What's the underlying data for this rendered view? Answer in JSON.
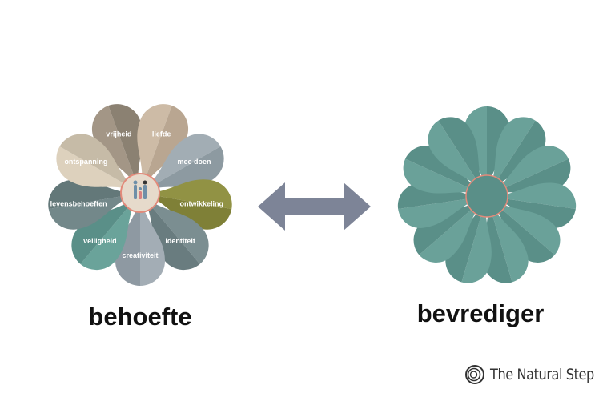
{
  "left_flower": {
    "caption": "behoefte",
    "petals": [
      {
        "label": "vrijheid",
        "colors": [
          "#a39686",
          "#8b8172"
        ]
      },
      {
        "label": "liefde",
        "colors": [
          "#cdbba6",
          "#b9a691"
        ]
      },
      {
        "label": "mee doen",
        "colors": [
          "#a2adb4",
          "#8d9aa1"
        ]
      },
      {
        "label": "ontwikkeling",
        "colors": [
          "#919244",
          "#7f8037"
        ]
      },
      {
        "label": "identiteit",
        "colors": [
          "#7b8e91",
          "#697c7f"
        ]
      },
      {
        "label": "creativiteit",
        "colors": [
          "#a3adb5",
          "#8e99a2"
        ]
      },
      {
        "label": "veiligheid",
        "colors": [
          "#6aa39a",
          "#5a8f88"
        ]
      },
      {
        "label": "levensbehoeften",
        "colors": [
          "#73888a",
          "#637879"
        ]
      },
      {
        "label": "ontspanning",
        "colors": [
          "#ddd1bd",
          "#c6bba7"
        ]
      }
    ],
    "center_icon": "family-icon",
    "center_fill": "#e6dacb",
    "center_stroke": "#e28a7a"
  },
  "right_flower": {
    "caption": "bevrediger",
    "petal_count": 11,
    "colors": [
      "#6aa199",
      "#5a8f88"
    ],
    "center_stroke": "#e28a7a"
  },
  "arrow": {
    "icon": "double-arrow-icon",
    "color": "#7d8497"
  },
  "brand": {
    "icon": "concentric-circles-logo-icon",
    "name": "The Natural Step"
  }
}
